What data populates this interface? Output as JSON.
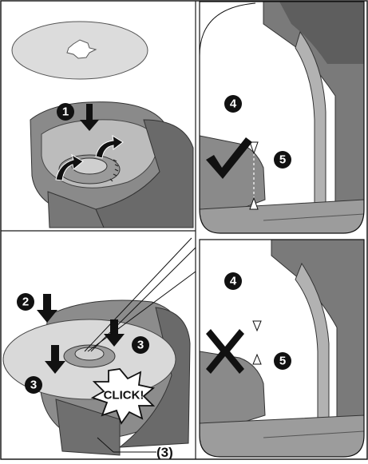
{
  "figure": {
    "step_badges": {
      "step1": "1",
      "step2": "2",
      "step3a": "3",
      "step3b": "3",
      "part4_top": "4",
      "part5_top": "5",
      "part4_bottom": "4",
      "part5_bottom": "5"
    },
    "click_callout": "CLICK!",
    "reference_label": "(3)",
    "correct_symbol": "check-mark",
    "incorrect_symbol": "cross-mark"
  },
  "colors": {
    "line": "#1a1a1a",
    "panel_bg": "#ffffff",
    "guard_dark": "#6e6e6e",
    "guard_mid": "#8c8c8c",
    "guard_light": "#b8b8b8",
    "disc": "#d9d9d9",
    "badge_fill": "#111111",
    "arrow_fill": "#111111"
  }
}
